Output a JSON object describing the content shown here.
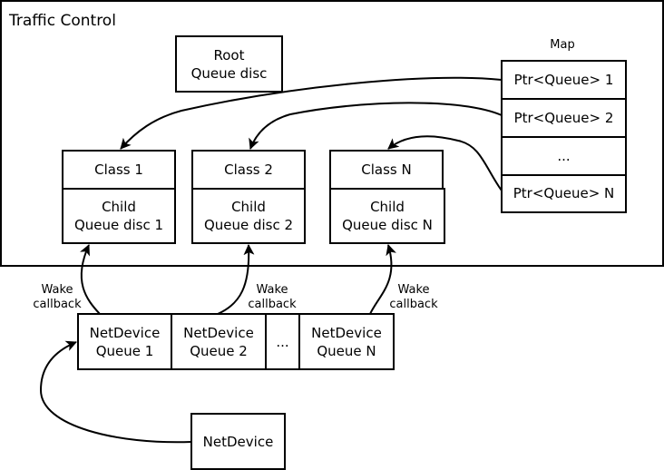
{
  "title": "Traffic Control",
  "root": {
    "line1": "Root",
    "line2": "Queue disc"
  },
  "map": {
    "label": "Map",
    "entries": [
      "Ptr<Queue> 1",
      "Ptr<Queue> 2",
      "...",
      "Ptr<Queue> N"
    ]
  },
  "classes": [
    {
      "name": "Class 1",
      "child_line1": "Child",
      "child_line2": "Queue disc 1"
    },
    {
      "name": "Class 2",
      "child_line1": "Child",
      "child_line2": "Queue disc 2"
    },
    {
      "name": "Class N",
      "child_line1": "Child",
      "child_line2": "Queue disc N"
    }
  ],
  "netdevice_queues": [
    {
      "line1": "NetDevice",
      "line2": "Queue 1"
    },
    {
      "line1": "NetDevice",
      "line2": "Queue 2"
    },
    {
      "line1": "...",
      "line2": ""
    },
    {
      "line1": "NetDevice",
      "line2": "Queue N"
    }
  ],
  "wake_callback": {
    "line1": "Wake",
    "line2": "callback"
  },
  "netdevice": "NetDevice",
  "colors": {
    "stroke": "#000000",
    "fill": "#ffffff"
  }
}
